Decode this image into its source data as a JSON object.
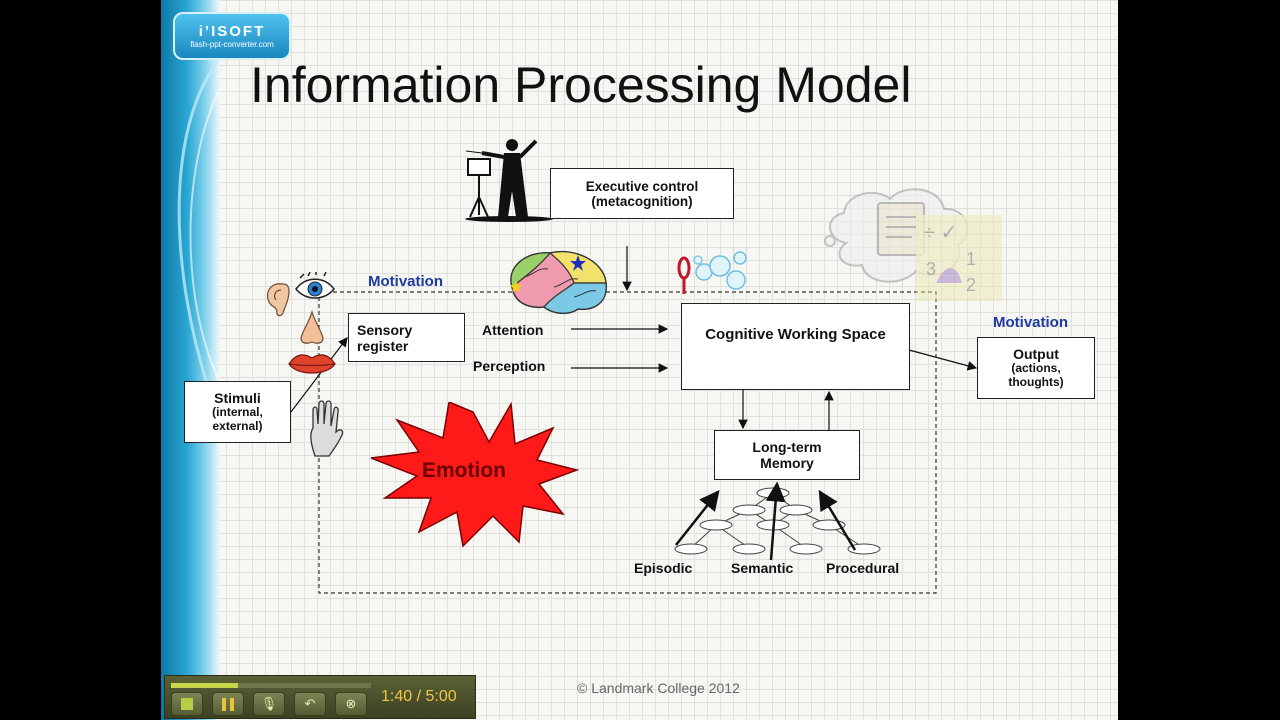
{
  "slide": {
    "title": "Information Processing Model",
    "logo": {
      "brand": "i’ISOFT",
      "tagline": "flash-ppt-converter.com"
    },
    "copyright": "©  Landmark College 2012",
    "motivation_top": "Motivation",
    "motivation_right": "Motivation",
    "executive_control": {
      "line1": "Executive control",
      "line2": "(metacognition)"
    },
    "stimuli": {
      "line1": "Stimuli",
      "line2": "(internal,",
      "line3": "external)"
    },
    "sensory_register": {
      "line1": "Sensory",
      "line2": "register"
    },
    "attention": "Attention",
    "perception": "Perception",
    "cognitive_working_space": "Cognitive Working Space",
    "output": {
      "line1": "Output",
      "line2": "(actions,",
      "line3": "thoughts)"
    },
    "long_term_memory": {
      "line1": "Long-term",
      "line2": "Memory"
    },
    "emotion": "Emotion",
    "memory_types": [
      "Episodic",
      "Semantic",
      "Procedural"
    ],
    "icons": [
      "ear-icon",
      "eye-icon",
      "nose-icon",
      "lips-icon",
      "hand-icon",
      "conductor-icon",
      "brain-icon",
      "bubbles-icon",
      "thought-cloud-icon"
    ]
  },
  "player": {
    "time": "1:40 / 5:00",
    "progress": 0.333,
    "buttons": [
      "stop-icon",
      "pause-icon",
      "microphone-icon",
      "undo-icon",
      "close-icon"
    ]
  },
  "colors": {
    "motivation": "#1f3aa0",
    "emotion_fill": "#ff1a1a",
    "sidebar": "#1b95c8",
    "time_text": "#f0c840"
  }
}
